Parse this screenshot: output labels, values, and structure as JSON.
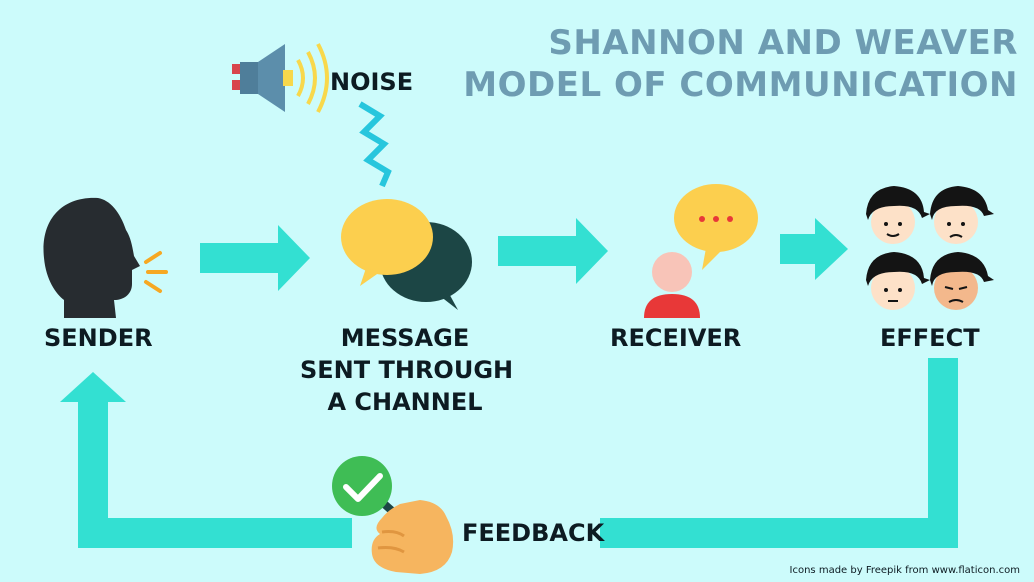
{
  "title": {
    "line1": "SHANNON AND WEAVER",
    "line2": "MODEL OF COMMUNICATION"
  },
  "labels": {
    "noise": "NOISE",
    "sender": "SENDER",
    "message_line1": "MESSAGE",
    "message_line2": "SENT THROUGH",
    "message_line3": "A CHANNEL",
    "receiver": "RECEIVER",
    "effect": "EFFECT",
    "feedback": "FEEDBACK"
  },
  "credit": "Icons made by Freepik from www.flaticon.com",
  "colors": {
    "background": "#ccfbfb",
    "arrow": "#33e0d2",
    "title": "#6e9cb2",
    "text": "#0d1b22",
    "bubble_yellow": "#fccf4e",
    "bubble_dark": "#1c4645",
    "receiver_red": "#e83838"
  },
  "icons": [
    "speaker-icon",
    "lightning-icon",
    "speaking-head-icon",
    "speech-bubbles-icon",
    "receiver-person-icon",
    "faces-icon",
    "checkmark-hand-icon"
  ]
}
